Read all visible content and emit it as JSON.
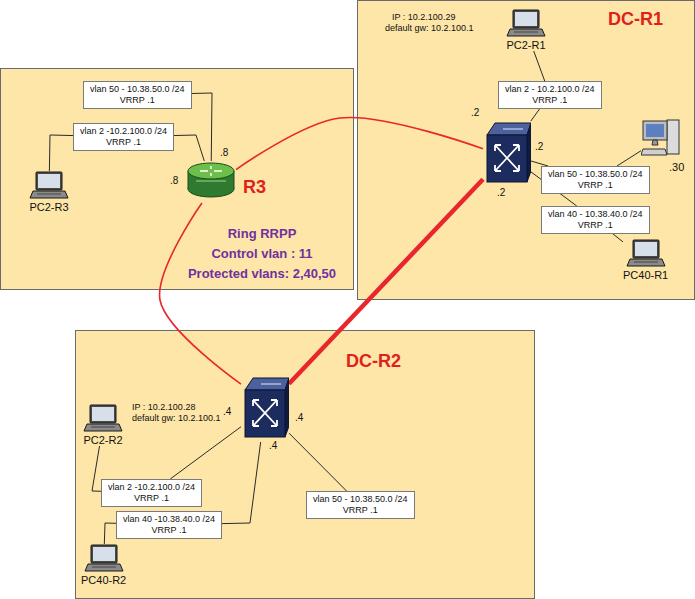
{
  "diagram": {
    "nodes": [
      {
        "text": [
          "R3"
        ]
      },
      {
        "text": [
          "vlan 50 - 10.38.50.0 /24",
          "VRRP .1"
        ],
        "in": 0
      },
      {
        "text": [
          "vlan 2 -10.2.100.0 /24",
          "VRRP .1"
        ],
        "in": 0
      },
      {
        "text": [
          ".8",
          ".8"
        ],
        "in": 0
      },
      {
        "text": [
          "PC2-R3"
        ],
        "in": 0
      },
      {
        "text": [
          "DC-R1"
        ]
      },
      {
        "text": [
          "PC2-R1"
        ],
        "in": 5
      },
      {
        "text": [
          "vlan 2 - 10.2.100.0 /24",
          "VRRP .1"
        ],
        "in": 5
      },
      {
        "text": [
          ".2",
          ".2",
          ".2"
        ],
        "in": 5
      },
      {
        "text": [
          ".30"
        ],
        "in": 5
      },
      {
        "text": [
          "vlan 50 - 10.38.50.0 /24",
          "VRRP .1"
        ],
        "in": 5
      },
      {
        "text": [
          "vlan 40 - 10.38.40.0 /24",
          "VRRP .1"
        ],
        "in": 5
      },
      {
        "text": [
          "PC40-R1"
        ],
        "in": 5
      },
      {
        "text": [
          "DC-R2"
        ]
      },
      {
        "text": [
          "PC2-R2"
        ],
        "in": 13
      },
      {
        "text": [
          "vlan 2 -10.2.100.0 /24",
          "VRRP .1"
        ],
        "in": 13
      },
      {
        "text": [
          ".4",
          ".4",
          ".4"
        ],
        "in": 13
      },
      {
        "text": [
          "vlan 50 - 10.38.50.0 /24",
          "VRRP .1"
        ],
        "in": 13
      },
      {
        "text": [
          "vlan 40 -10.38.40.0 /24",
          "VRRP .1"
        ],
        "in": 13
      },
      {
        "text": [
          "PC40-R2"
        ],
        "in": 13
      }
    ],
    "edges": [
      {
        "from": 3,
        "to": 8,
        "arrow": "none"
      },
      {
        "from": 3,
        "to": 16,
        "arrow": "none"
      },
      {
        "from": 8,
        "to": 16,
        "arrow": "none"
      },
      {
        "from": 3,
        "to": 1,
        "arrow": "none"
      },
      {
        "from": 3,
        "to": 2,
        "arrow": "none"
      },
      {
        "from": 4,
        "to": 2,
        "arrow": "none"
      },
      {
        "from": 6,
        "to": 7,
        "arrow": "none"
      },
      {
        "from": 8,
        "to": 7,
        "arrow": "none"
      },
      {
        "from": 8,
        "to": 10,
        "arrow": "none"
      },
      {
        "from": 9,
        "to": 10,
        "arrow": "none"
      },
      {
        "from": 8,
        "to": 11,
        "arrow": "none"
      },
      {
        "from": 12,
        "to": 11,
        "arrow": "none"
      },
      {
        "from": 14,
        "to": 15,
        "arrow": "none"
      },
      {
        "from": 16,
        "to": 15,
        "arrow": "none"
      },
      {
        "from": 16,
        "to": 18,
        "arrow": "none"
      },
      {
        "from": 16,
        "to": 17,
        "arrow": "none"
      },
      {
        "from": 19,
        "to": 18,
        "arrow": "none"
      }
    ],
    "labels": [
      "IP : 10.2.100.29",
      "default gw: 10.2.100.1",
      "Ring RRPP",
      "Control vlan : 11",
      "Protected vlans: 2,40,50",
      "IP : 10.2.100.28",
      "default gw: 10.2.100.1"
    ]
  }
}
